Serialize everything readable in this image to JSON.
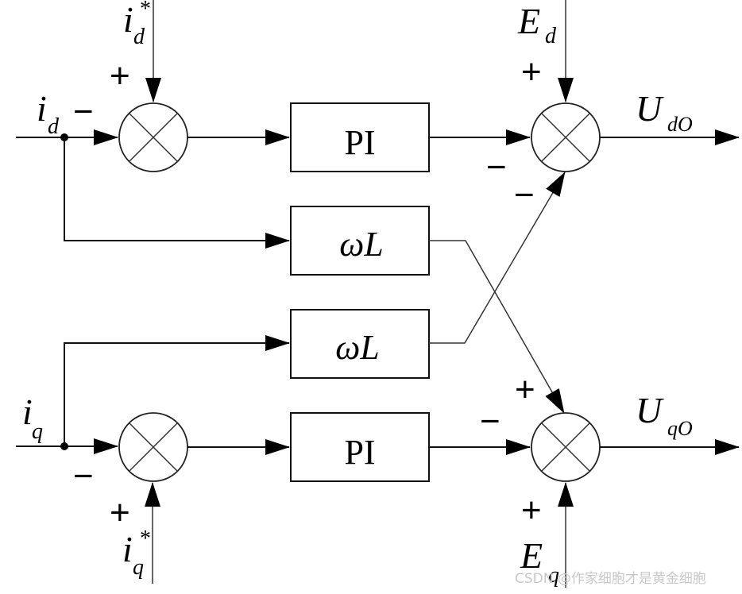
{
  "diagram": {
    "title": "dq decoupled current control block diagram",
    "blocks": {
      "pi_d": "PI",
      "wl_d": "ωL",
      "pi_q": "PI",
      "wl_q": "ωL"
    },
    "inputs": {
      "id": {
        "main": "i",
        "sub": "d"
      },
      "id_ref": {
        "main": "i",
        "sub": "d",
        "sup": "*"
      },
      "iq": {
        "main": "i",
        "sub": "q"
      },
      "iq_ref": {
        "main": "i",
        "sub": "q",
        "sup": "*"
      },
      "ed": {
        "main": "E",
        "sub": "d"
      },
      "eq": {
        "main": "E",
        "sub": "q"
      }
    },
    "outputs": {
      "ud": {
        "main": "U",
        "sub": "dO"
      },
      "uq": {
        "main": "U",
        "sub": "qO"
      }
    },
    "signs": {
      "sum1_ref": "+",
      "sum1_fb": "−",
      "sum2_ed": "+",
      "sum2_pi": "−",
      "sum2_cross": "−",
      "sum3_fb": "−",
      "sum3_ref": "+",
      "sum4_cross": "+",
      "sum4_pi": "−",
      "sum4_eq": "+"
    }
  },
  "watermark": "CSDN @作家细胞才是黄金细胞"
}
